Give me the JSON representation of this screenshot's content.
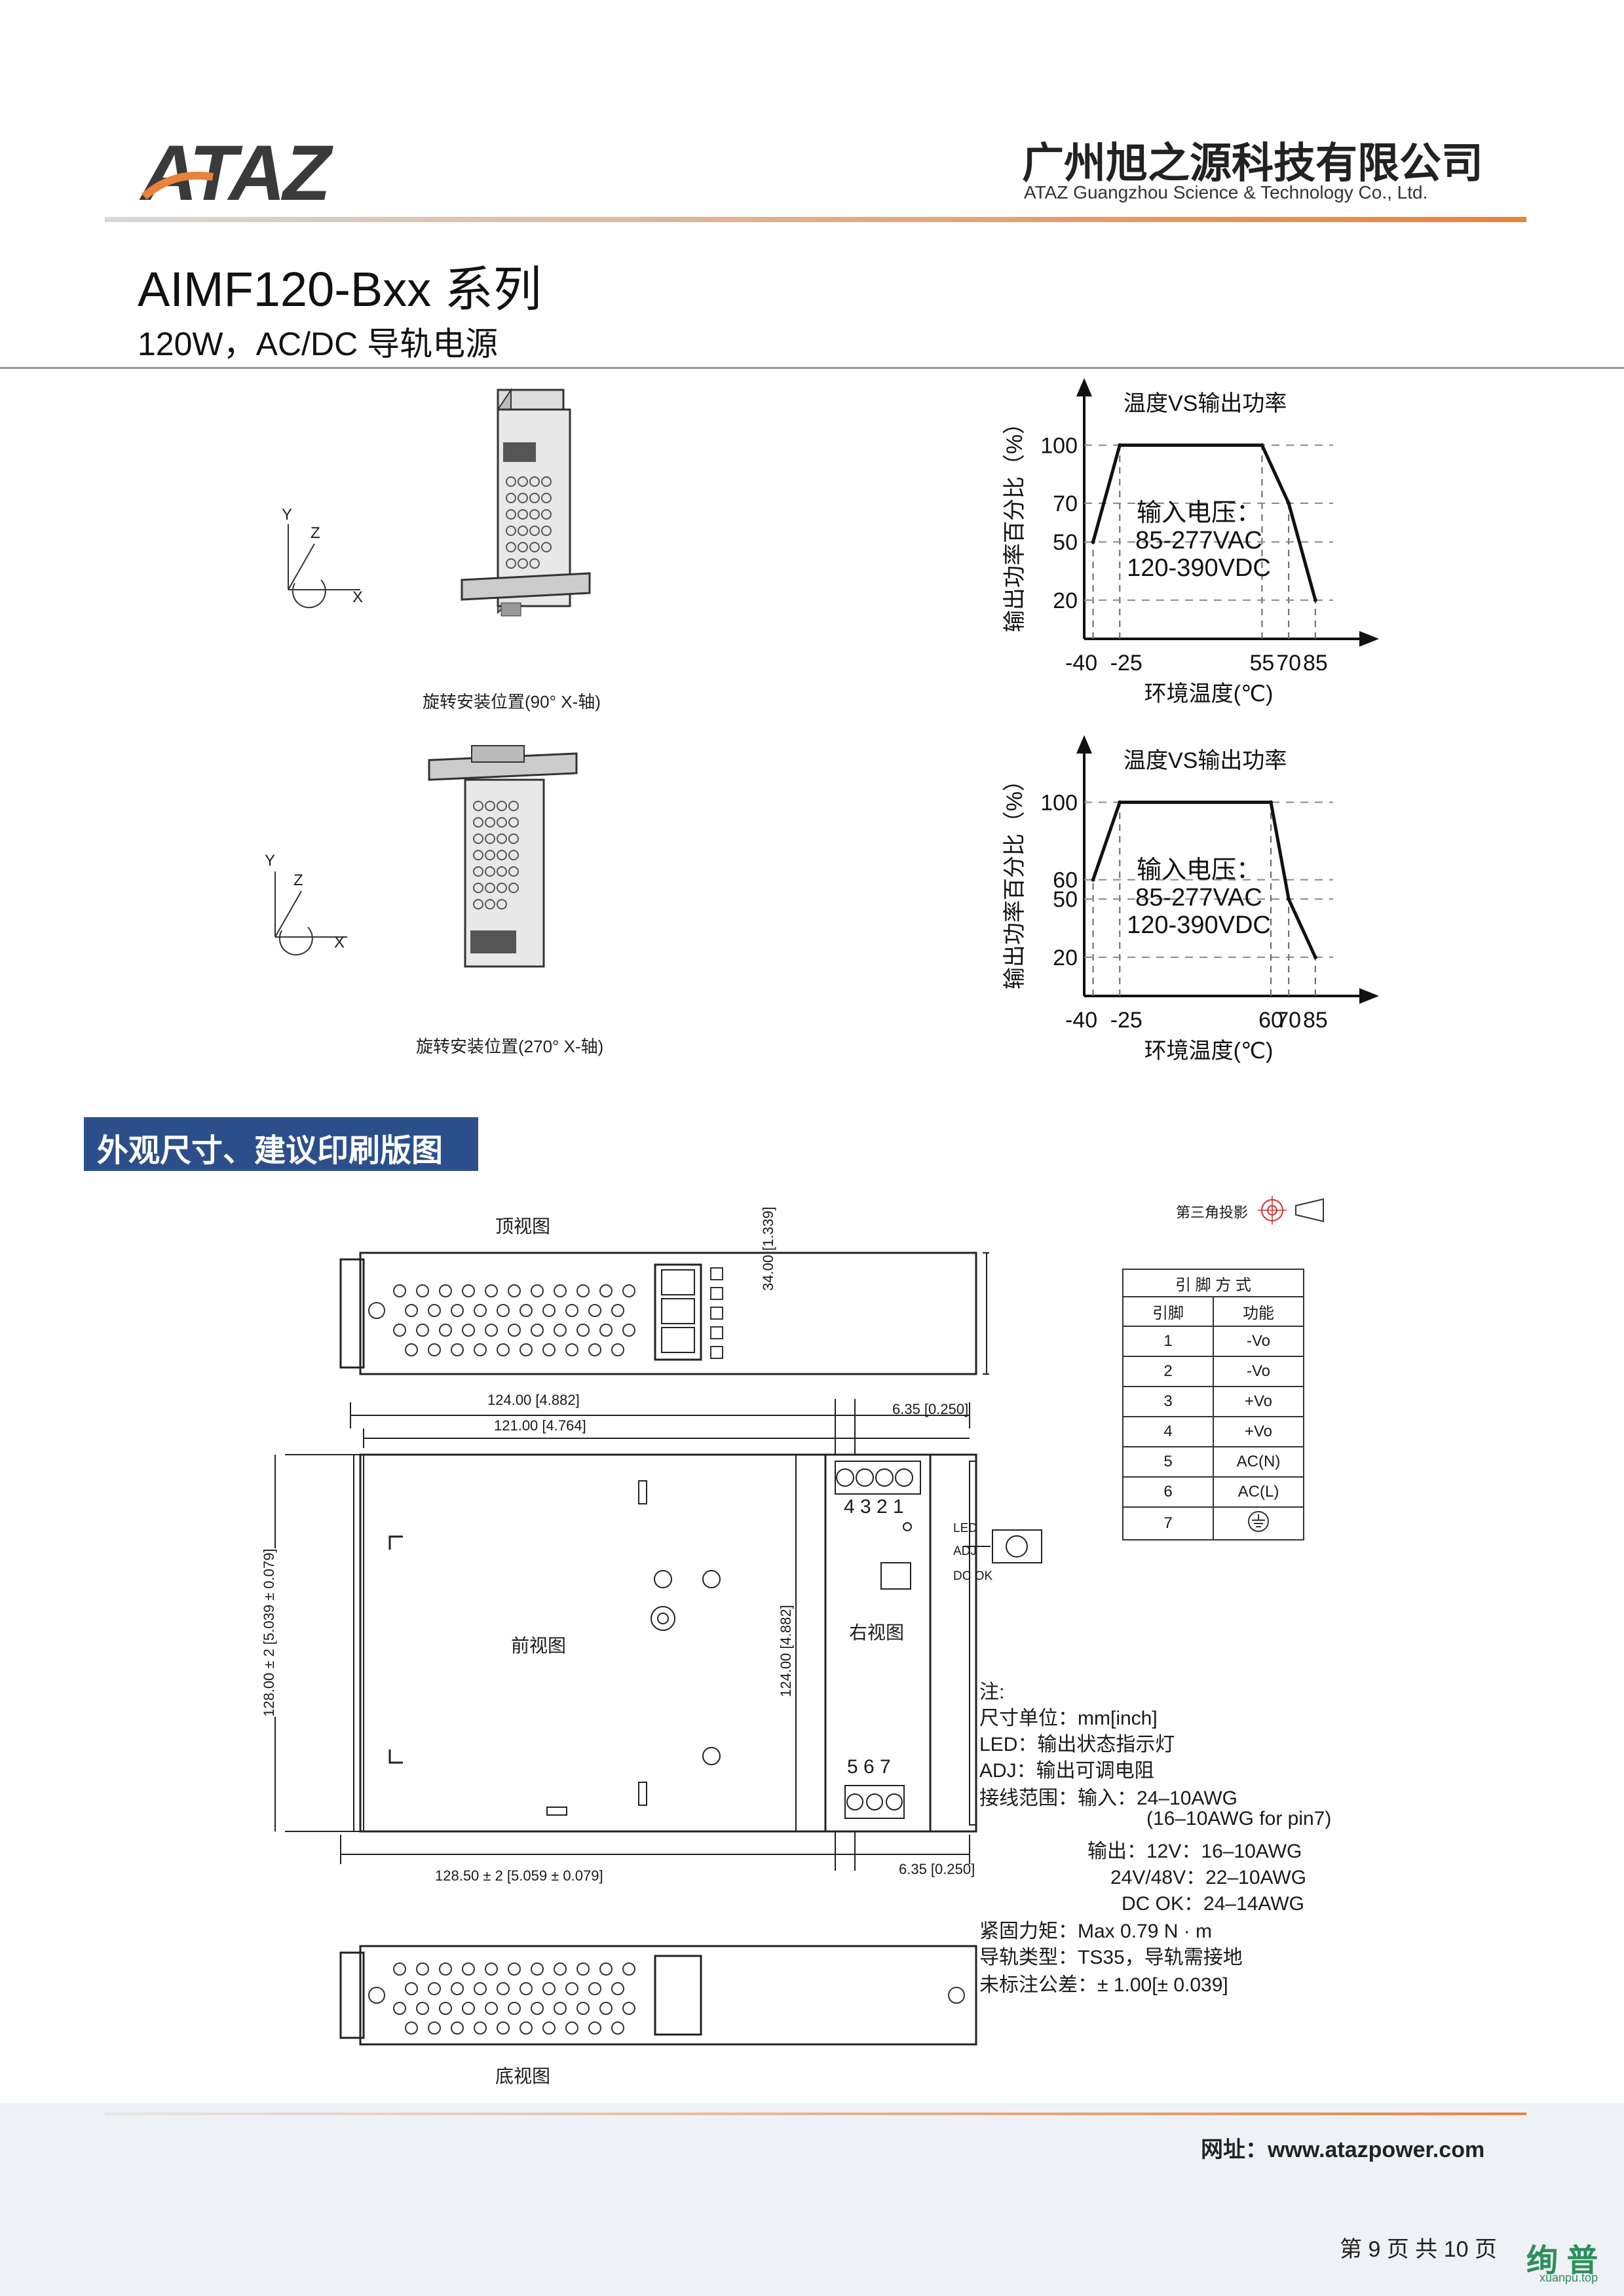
{
  "header": {
    "logo_text": "ATAZ",
    "company_cn": "广州旭之源科技有限公司",
    "company_en": "ATAZ Guangzhou Science & Technology Co., Ltd.",
    "accent_color": "#e8833a"
  },
  "product": {
    "title": "AIMF120-Bxx 系列",
    "subtitle": "120W，AC/DC 导轨电源"
  },
  "mounting": {
    "caption_90": "旋转安装位置(90° X-轴)",
    "caption_270": "旋转安装位置(270° X-轴)",
    "axis_y": "Y",
    "axis_z": "Z",
    "axis_x": "X"
  },
  "chart_data": [
    {
      "type": "line",
      "title": "温度VS输出功率",
      "xlabel": "环境温度(℃)",
      "ylabel": "输出功率百分比（%）",
      "x": [
        -40,
        -25,
        55,
        70,
        85
      ],
      "y": [
        50,
        100,
        100,
        70,
        20
      ],
      "x_tick_labels": [
        "-40",
        "-25",
        "55",
        "70",
        "85"
      ],
      "y_tick_labels": [
        "100",
        "70",
        "50",
        "20"
      ],
      "annotation": [
        "输入电压：",
        "85-277VAC",
        "120-390VDC"
      ]
    },
    {
      "type": "line",
      "title": "温度VS输出功率",
      "xlabel": "环境温度(℃)",
      "ylabel": "输出功率百分比（%）",
      "x": [
        -40,
        -25,
        60,
        70,
        85
      ],
      "y": [
        60,
        100,
        100,
        50,
        20
      ],
      "x_tick_labels": [
        "-40",
        "-25",
        "60",
        "70",
        "85"
      ],
      "y_tick_labels": [
        "100",
        "60",
        "50",
        "20"
      ],
      "annotation": [
        "输入电压：",
        "85-277VAC",
        "120-390VDC"
      ]
    }
  ],
  "section": {
    "title": "外观尺寸、建议印刷版图",
    "bg_color": "#2c4f8c"
  },
  "drawing": {
    "top_view": "顶视图",
    "front_view": "前视图",
    "right_view": "右视图",
    "bottom_view": "底视图",
    "third_angle": "第三角投影",
    "dim_124": "124.00 [4.882]",
    "dim_121": "121.00 [4.764]",
    "dim_34": "34.00 [1.339]",
    "dim_128": "128.00 ± 2 [5.039 ± 0.079]",
    "dim_128_5": "128.50 ± 2 [5.059 ± 0.079]",
    "dim_124_v": "124.00 [4.882]",
    "dim_6_35_top": "6.35 [0.250]",
    "dim_6_35_bot": "6.35 [0.250]",
    "pins_top": "4 3 2 1",
    "pins_bottom": "5 6 7",
    "label_led": "LED",
    "label_adj": "ADJ",
    "label_dcok": "DC OK"
  },
  "pin_table": {
    "title": "引 脚 方 式",
    "col_pin": "引脚",
    "col_func": "功能",
    "rows": [
      {
        "pin": "1",
        "func": "-Vo"
      },
      {
        "pin": "2",
        "func": "-Vo"
      },
      {
        "pin": "3",
        "func": "+Vo"
      },
      {
        "pin": "4",
        "func": "+Vo"
      },
      {
        "pin": "5",
        "func": "AC(N)"
      },
      {
        "pin": "6",
        "func": "AC(L)"
      },
      {
        "pin": "7",
        "func": ""
      }
    ]
  },
  "notes": [
    "注:",
    "尺寸单位：mm[inch]",
    "LED：输出状态指示灯",
    "ADJ：输出可调电阻",
    "接线范围：输入：24–10AWG",
    "(16–10AWG for pin7)",
    "输出：12V：16–10AWG",
    "24V/48V：22–10AWG",
    "DC OK：24–14AWG",
    "紧固力矩：Max 0.79 N · m",
    "导轨类型：TS35，导轨需接地",
    "未标注公差：± 1.00[± 0.039]"
  ],
  "footer": {
    "website": "网址：www.atazpower.com",
    "page": "第 9 页 共 10 页",
    "watermark": "绚 普",
    "watermark_sub": "xuanpu.top"
  }
}
